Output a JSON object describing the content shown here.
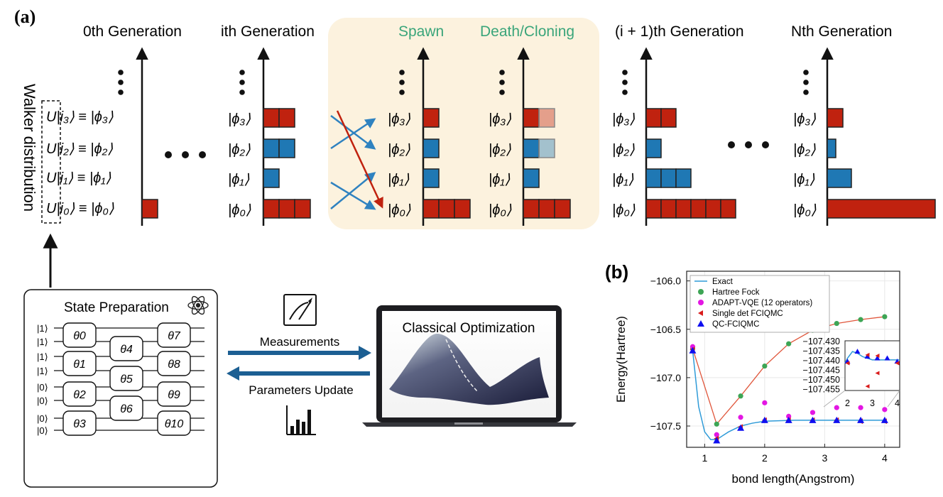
{
  "panel_a": {
    "label": "(a)",
    "walker_axis_label": "Walker distribution",
    "gen0_title": "0th Generation",
    "geni_title": "ith Generation",
    "spawn_title": "Spawn",
    "death_title": "Death/Cloning",
    "geni1_title": "(i + 1)th Generation",
    "genN_title": "Nth Generation",
    "states": [
      "|ϕ₃⟩",
      "|ϕ₂⟩",
      "|ϕ₁⟩",
      "|ϕ₀⟩"
    ],
    "state_defs": [
      "U|i₃⟩ ≡ |ϕ₃⟩",
      "U|i₂⟩ ≡ |ϕ₂⟩",
      "U|i₁⟩ ≡ |ϕ₁⟩",
      "U|i₀⟩ ≡ |ϕ₀⟩"
    ],
    "colors": {
      "red": "#c0220f",
      "blue": "#1f78b4",
      "green_text": "#3aa57a",
      "highlight_bg": "#fcf2de"
    }
  },
  "state_prep": {
    "title": "State Preparation",
    "inputs": [
      "|1⟩",
      "|1⟩",
      "|1⟩",
      "|1⟩",
      "|0⟩",
      "|0⟩",
      "|0⟩",
      "|0⟩"
    ],
    "gates": [
      "θ0",
      "θ1",
      "θ2",
      "θ3",
      "θ4",
      "θ5",
      "θ6",
      "θ7",
      "θ8",
      "θ9",
      "θ10"
    ]
  },
  "loop": {
    "measurements": "Measurements",
    "parameters_update": "Parameters Update",
    "optimizer_title": "Classical Optimization"
  },
  "chart_data": {
    "type": "scatter",
    "panel_label": "(b)",
    "xlabel": "bond length(Angstrom)",
    "ylabel": "Energy(Hartree)",
    "xlim": [
      0.7,
      4.25
    ],
    "ylim": [
      -107.72,
      -105.9
    ],
    "xticks": [
      1,
      2,
      3,
      4
    ],
    "yticks": [
      -106.0,
      -106.5,
      -107.0,
      -107.5
    ],
    "ytick_labels": [
      "−106.0",
      "−106.5",
      "−107.0",
      "−107.5"
    ],
    "grid": true,
    "legend_position": "top-left",
    "series": [
      {
        "name": "Exact",
        "kind": "line",
        "color": "#2f9bd8",
        "x": [
          0.8,
          0.9,
          1.0,
          1.1,
          1.2,
          1.3,
          1.4,
          1.6,
          1.8,
          2.0,
          2.5,
          3.0,
          3.5,
          4.0
        ],
        "y": [
          -106.72,
          -107.3,
          -107.56,
          -107.64,
          -107.64,
          -107.6,
          -107.56,
          -107.5,
          -107.47,
          -107.45,
          -107.44,
          -107.44,
          -107.44,
          -107.44
        ]
      },
      {
        "name": "Hartree Fock",
        "kind": "marker",
        "marker": "circle",
        "color": "#3da555",
        "x": [
          0.8,
          1.2,
          1.6,
          2.0,
          2.4,
          2.8,
          3.2,
          3.6,
          4.0
        ],
        "y": [
          -106.7,
          -107.48,
          -107.19,
          -106.88,
          -106.65,
          -106.51,
          -106.44,
          -106.4,
          -106.37
        ]
      },
      {
        "name": "ADAPT-VQE (12 operators)",
        "kind": "marker",
        "marker": "circle",
        "color": "#e316e3",
        "x": [
          0.8,
          1.2,
          1.6,
          2.0,
          2.4,
          2.8,
          3.2,
          3.6,
          4.0
        ],
        "y": [
          -106.68,
          -107.59,
          -107.41,
          -107.26,
          -107.4,
          -107.36,
          -107.31,
          -107.31,
          -107.33
        ]
      },
      {
        "name": "Single det FCIQMC",
        "kind": "marker",
        "marker": "triangle-left",
        "color": "#d91c1c",
        "x": [
          0.8,
          1.2,
          1.6,
          2.0,
          2.4,
          2.8,
          3.2,
          3.6,
          4.0
        ],
        "y": [
          -106.71,
          -107.63,
          -107.51,
          -107.44,
          -107.44,
          -107.44,
          -107.44,
          -107.45,
          -107.45
        ]
      },
      {
        "name": "QC-FCIQMC",
        "kind": "marker",
        "marker": "triangle-up",
        "color": "#0f0ff0",
        "x": [
          0.8,
          1.2,
          1.6,
          2.0,
          2.4,
          2.8,
          3.2,
          3.6,
          4.0
        ],
        "y": [
          -106.72,
          -107.65,
          -107.52,
          -107.44,
          -107.44,
          -107.44,
          -107.44,
          -107.44,
          -107.44
        ]
      }
    ],
    "inset": {
      "xlim": [
        1.9,
        4.1
      ],
      "ylim": [
        -107.4575,
        -107.4275
      ],
      "xticks": [
        2,
        3,
        4
      ],
      "yticks": [
        -107.43,
        -107.435,
        -107.44,
        -107.445,
        -107.45,
        -107.455
      ],
      "ytick_labels": [
        "−107.430",
        "−107.435",
        "−107.440",
        "−107.445",
        "−107.450",
        "−107.455"
      ],
      "exact": {
        "x": [
          1.9,
          2.0,
          2.2,
          2.4,
          2.6,
          2.8,
          3.0,
          3.5,
          4.0,
          4.1
        ],
        "y": [
          -107.441,
          -107.438,
          -107.434,
          -107.435,
          -107.437,
          -107.438,
          -107.439,
          -107.439,
          -107.439,
          -107.439
        ]
      },
      "qc_fciqmc": {
        "x": [
          2.0,
          2.4,
          2.8,
          3.2,
          3.6,
          4.0
        ],
        "y": [
          -107.44,
          -107.434,
          -107.437,
          -107.438,
          -107.438,
          -107.44
        ]
      },
      "single_det": {
        "x": [
          2.0,
          2.8,
          3.2,
          3.2,
          4.0,
          2.8
        ],
        "y": [
          -107.441,
          -107.436,
          -107.4365,
          -107.447,
          -107.441,
          -107.455
        ]
      }
    }
  }
}
